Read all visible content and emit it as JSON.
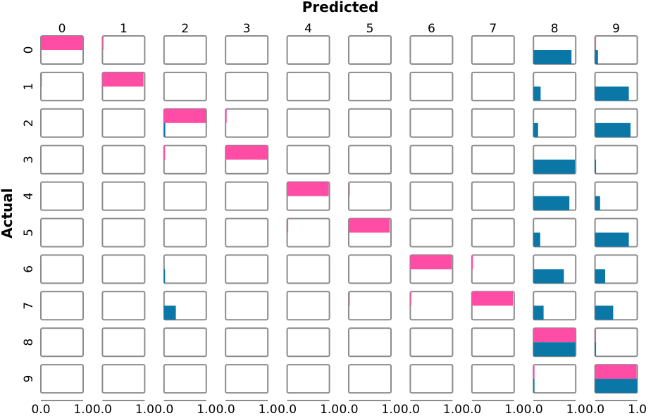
{
  "chart_data": {
    "type": "bar",
    "subtype": "confusion-matrix-of-bar-panels",
    "xlabel": "Predicted",
    "ylabel": "Actual",
    "categories": [
      "0",
      "1",
      "2",
      "3",
      "4",
      "5",
      "6",
      "7",
      "8",
      "9"
    ],
    "xlim": [
      0.0,
      1.0
    ],
    "x_ticks": [
      "0.0",
      "1.0"
    ],
    "colors": {
      "series_top": "#ff4da6",
      "series_bottom": "#0a77a6",
      "frame": "#8c8c8c"
    },
    "grid": false,
    "legend": "none",
    "series": [
      {
        "color_key": "series_top",
        "matrix": [
          [
            0.99,
            0.02,
            0,
            0,
            0,
            0,
            0,
            0,
            0,
            0.01
          ],
          [
            0.02,
            0.97,
            0,
            0,
            0,
            0,
            0,
            0,
            0,
            0
          ],
          [
            0,
            0,
            0.99,
            0.01,
            0,
            0,
            0,
            0,
            0,
            0
          ],
          [
            0,
            0,
            0.005,
            0.99,
            0,
            0,
            0,
            0,
            0,
            0
          ],
          [
            0,
            0,
            0,
            0,
            0.98,
            0.01,
            0,
            0,
            0,
            0
          ],
          [
            0,
            0,
            0,
            0,
            0.01,
            0.97,
            0,
            0,
            0,
            0
          ],
          [
            0,
            0,
            0,
            0,
            0,
            0,
            0.98,
            0.005,
            0,
            0
          ],
          [
            0,
            0,
            0,
            0,
            0,
            0.005,
            0.01,
            0.97,
            0,
            0
          ],
          [
            0,
            0,
            0,
            0,
            0,
            0,
            0,
            0,
            0.99,
            0.005
          ],
          [
            0,
            0,
            0,
            0,
            0,
            0,
            0,
            0,
            0.01,
            0.98
          ]
        ]
      },
      {
        "color_key": "series_bottom",
        "matrix": [
          [
            0,
            0,
            0,
            0,
            0,
            0,
            0,
            0,
            0.9,
            0.07
          ],
          [
            0,
            0,
            0,
            0,
            0,
            0,
            0,
            0,
            0.17,
            0.8
          ],
          [
            0,
            0,
            0.03,
            0,
            0,
            0,
            0,
            0,
            0.11,
            0.84
          ],
          [
            0,
            0,
            0,
            0,
            0,
            0,
            0,
            0,
            0.98,
            0.01
          ],
          [
            0,
            0,
            0,
            0,
            0,
            0,
            0,
            0,
            0.85,
            0.12
          ],
          [
            0,
            0,
            0,
            0,
            0,
            0,
            0,
            0,
            0.16,
            0.8
          ],
          [
            0,
            0,
            0.01,
            0,
            0,
            0,
            0,
            0,
            0.72,
            0.24
          ],
          [
            0,
            0,
            0.28,
            0,
            0,
            0,
            0,
            0,
            0.24,
            0.43
          ],
          [
            0,
            0,
            0,
            0,
            0,
            0,
            0,
            0,
            0.99,
            0.01
          ],
          [
            0,
            0,
            0,
            0,
            0,
            0,
            0,
            0,
            0.01,
            0.99
          ]
        ]
      }
    ]
  }
}
